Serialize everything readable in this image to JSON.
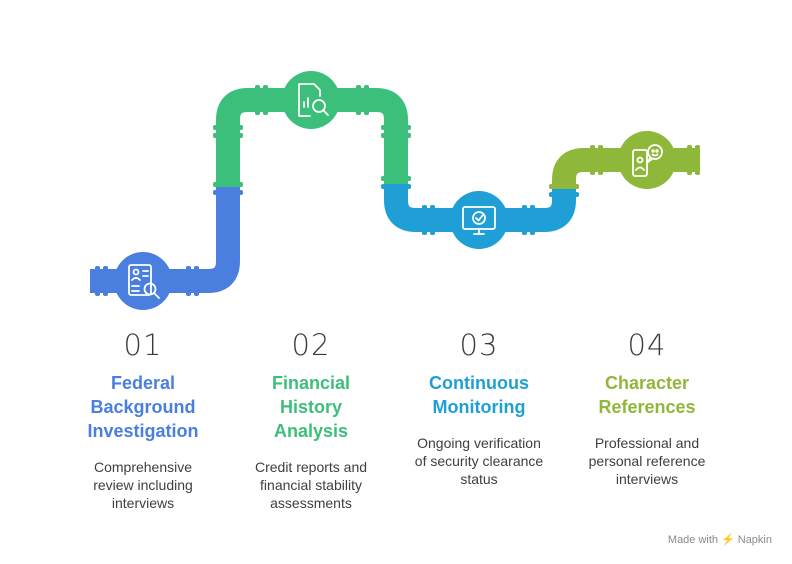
{
  "steps": [
    {
      "number": "01",
      "title_lines": [
        "Federal",
        "Background",
        "Investigation"
      ],
      "desc_lines": [
        "Comprehensive",
        "review including",
        "interviews"
      ],
      "color": "#4a7fe0",
      "icon": "search-profile-icon"
    },
    {
      "number": "02",
      "title_lines": [
        "Financial",
        "History",
        "Analysis"
      ],
      "desc_lines": [
        "Credit reports and",
        "financial stability",
        "assessments"
      ],
      "color": "#3cbf7a",
      "icon": "document-chart-search-icon"
    },
    {
      "number": "03",
      "title_lines": [
        "Continuous",
        "Monitoring"
      ],
      "desc_lines": [
        "Ongoing verification",
        "of security clearance",
        "status"
      ],
      "color": "#1f9fd6",
      "icon": "monitor-check-icon"
    },
    {
      "number": "04",
      "title_lines": [
        "Character",
        "References"
      ],
      "desc_lines": [
        "Professional and",
        "personal reference",
        "interviews"
      ],
      "color": "#8fb83a",
      "icon": "phone-person-chat-icon"
    }
  ],
  "credit": {
    "made_with": "Made with",
    "brand": "Napkin"
  }
}
